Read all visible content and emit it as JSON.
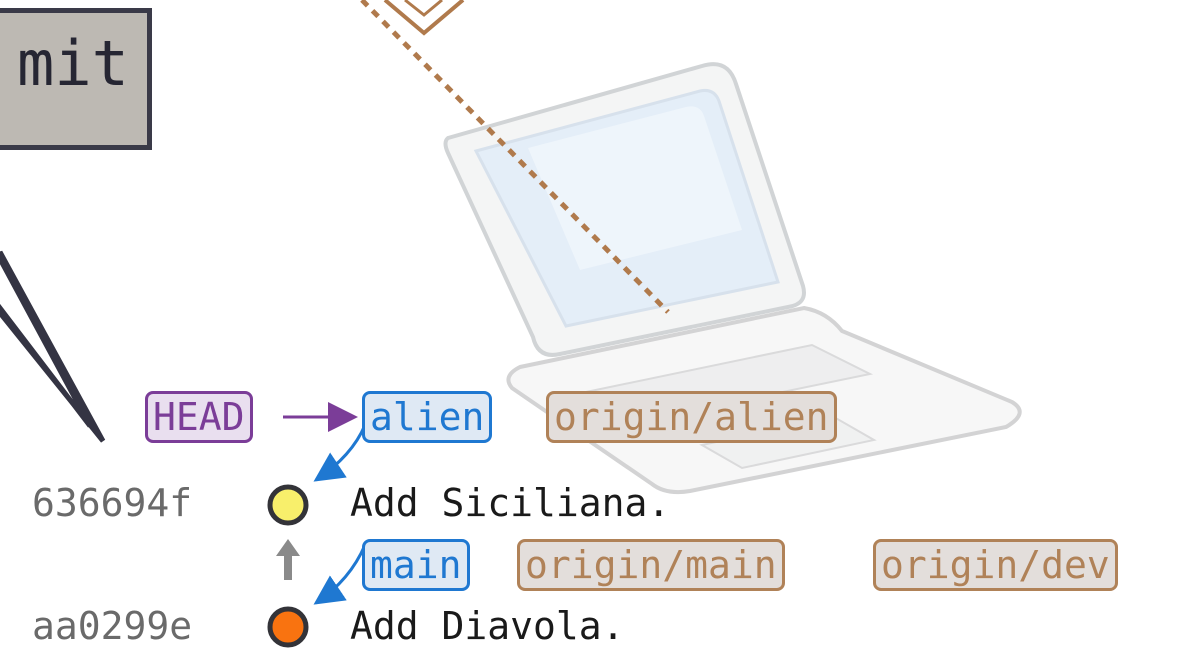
{
  "command": {
    "label": "mit"
  },
  "refs": {
    "head": "HEAD",
    "alien": "alien",
    "origin_alien": "origin/alien",
    "main": "main",
    "origin_main": "origin/main",
    "origin_dev": "origin/dev"
  },
  "commits": [
    {
      "hash": "636694f",
      "message": "Add Siciliana.",
      "color": "#f8ef6b"
    },
    {
      "hash": "aa0299e",
      "message": "Add Diavola.",
      "color": "#f97310"
    }
  ],
  "colors": {
    "head": "#7b3d98",
    "local_branch": "#1f78d1",
    "remote_branch": "#b08258",
    "hash_text": "#6a6a6a",
    "message_text": "#1a1a1a",
    "arrow_gray": "#8a8a8a",
    "dashed_line": "#b07a4c",
    "ref_fill": "#e3dedb"
  },
  "icons": {
    "laptop": "laptop-icon",
    "parent_arrow": "up-arrow-icon"
  }
}
